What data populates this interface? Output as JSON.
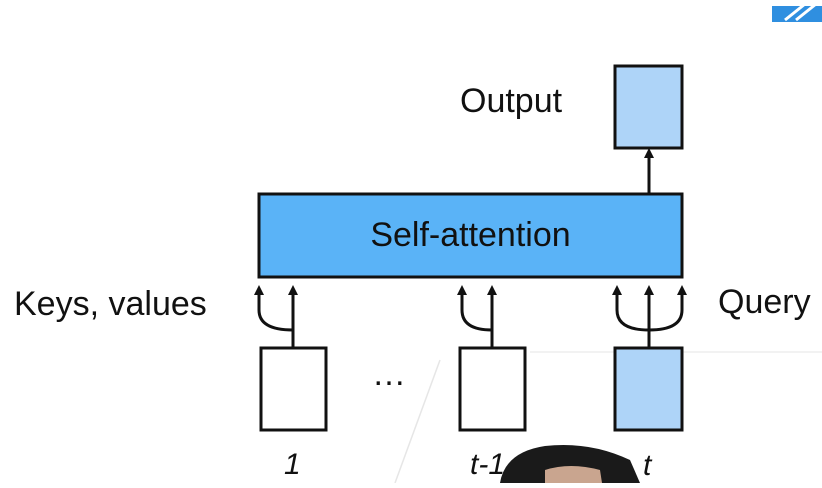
{
  "diagram": {
    "title_output": "Output",
    "self_attention_label": "Self-attention",
    "keys_values_label": "Keys, values",
    "query_label": "Query",
    "ellipsis": "…",
    "positions": [
      "1",
      "t-1",
      "t"
    ]
  },
  "colors": {
    "attention_fill": "#5ab3f7",
    "query_fill": "#aed4f8",
    "output_fill": "#aed4f8",
    "stroke": "#111111",
    "logo": "#2f8fe0"
  },
  "icons": [
    "logo-icon"
  ]
}
